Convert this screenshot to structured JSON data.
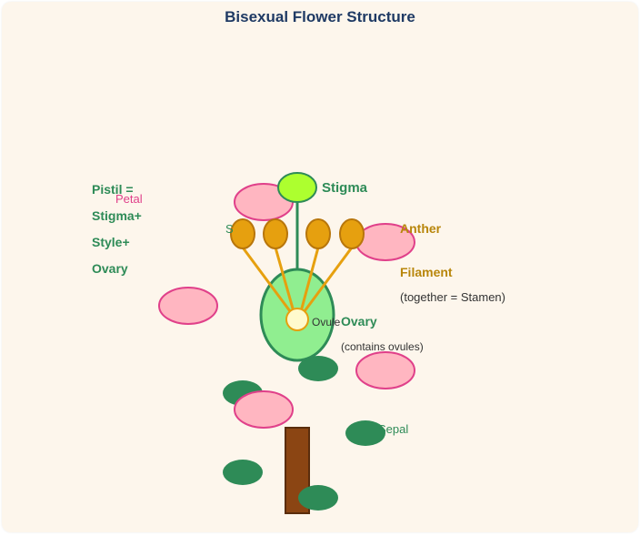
{
  "title": "Bisexual Flower Structure",
  "pistil_label": [
    "Pistil =",
    "Stigma+",
    "Style+",
    "Ovary"
  ],
  "labels": {
    "stigma": "Stigma",
    "anther": "Anther",
    "filament": "Filament",
    "stamen_note": "(together = Stamen)",
    "ovary": "Ovary",
    "ovary_note": "(contains ovules)",
    "ovule": "Ovule",
    "petal": "Petal",
    "sepal_left": "S",
    "sepal_right": "Sepal"
  },
  "colors": {
    "title": "#1f3a64",
    "pistil_green": "#2e8b57",
    "ovary_fill": "#90ee90",
    "stigma_fill": "#adff2f",
    "anther_fill": "#e6a00f",
    "filament_stroke": "#e6a00f",
    "petal_fill": "#ffb6c1",
    "petal_stroke": "#e0408a",
    "sepal_fill": "#2e8b57",
    "stem_fill": "#8b4513",
    "ovule_fill": "#fffacd"
  }
}
